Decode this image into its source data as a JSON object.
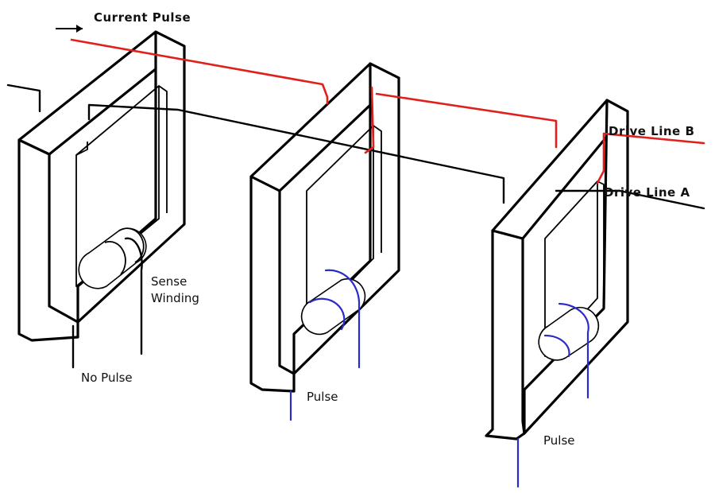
{
  "labels": {
    "current_pulse": "Current Pulse",
    "drive_line_b": "Drive Line B",
    "drive_line_a": "Drive Line A",
    "sense_winding_line1": "Sense",
    "sense_winding_line2": "Winding",
    "no_pulse": "No Pulse",
    "pulse_1": "Pulse",
    "pulse_2": "Pulse"
  },
  "colors": {
    "drive_line_b": "#e0201c",
    "drive_line_a": "#000000",
    "sense_winding_active": "#2b2bc8",
    "sense_winding_inactive": "#000000",
    "core_outline": "#000000"
  },
  "cores": [
    {
      "id": "core-1",
      "output": "No Pulse",
      "drive_lines": [
        "A"
      ]
    },
    {
      "id": "core-2",
      "output": "Pulse",
      "drive_lines": [
        "A",
        "B"
      ]
    },
    {
      "id": "core-3",
      "output": "Pulse",
      "drive_lines": [
        "A",
        "B"
      ]
    }
  ]
}
